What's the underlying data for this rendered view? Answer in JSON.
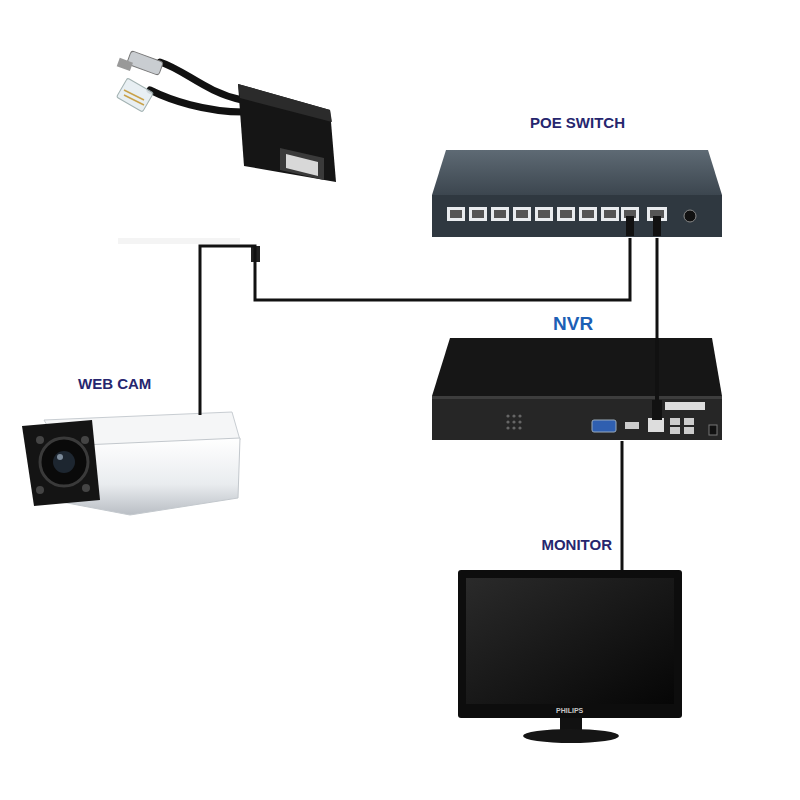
{
  "diagram": {
    "nodes": [
      {
        "text": [
          "POE SWITCH"
        ]
      },
      {
        "text": [
          "NVR"
        ]
      },
      {
        "text": [
          "WEB CAM"
        ]
      },
      {
        "text": [
          "MONITOR"
        ]
      }
    ],
    "edges": [
      {
        "from": 2,
        "to": 0,
        "arrow": "none"
      },
      {
        "from": 0,
        "to": 1,
        "arrow": "none"
      },
      {
        "from": 1,
        "to": 3,
        "arrow": "none"
      }
    ],
    "labels": [
      "PHILIPS"
    ]
  }
}
